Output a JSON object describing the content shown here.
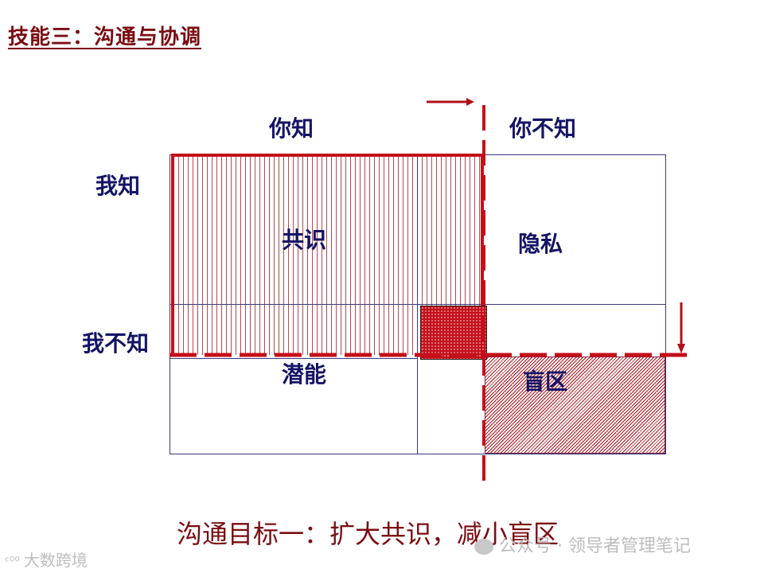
{
  "title": "技能三：沟通与协调",
  "window": {
    "columns": {
      "you_know": "你知",
      "you_dont_know": "你不知"
    },
    "rows": {
      "i_know": "我知",
      "i_dont_know": "我不知"
    },
    "quadrants": {
      "consensus": "共识",
      "privacy": "隐私",
      "potential": "潜能",
      "blind_zone": "盲区"
    },
    "arrows": {
      "right": "arrow-right",
      "down": "arrow-down"
    },
    "colors": {
      "accent_red": "#c4101a",
      "dark_red": "#7a0c12",
      "label_navy": "#141466",
      "grid_line": "#3a3a7a"
    }
  },
  "footer": {
    "goal": "沟通目标一：扩大共识，减小盲区"
  },
  "watermarks": {
    "left": "大数跨境",
    "right": "公众号 · 领导者管理笔记"
  }
}
